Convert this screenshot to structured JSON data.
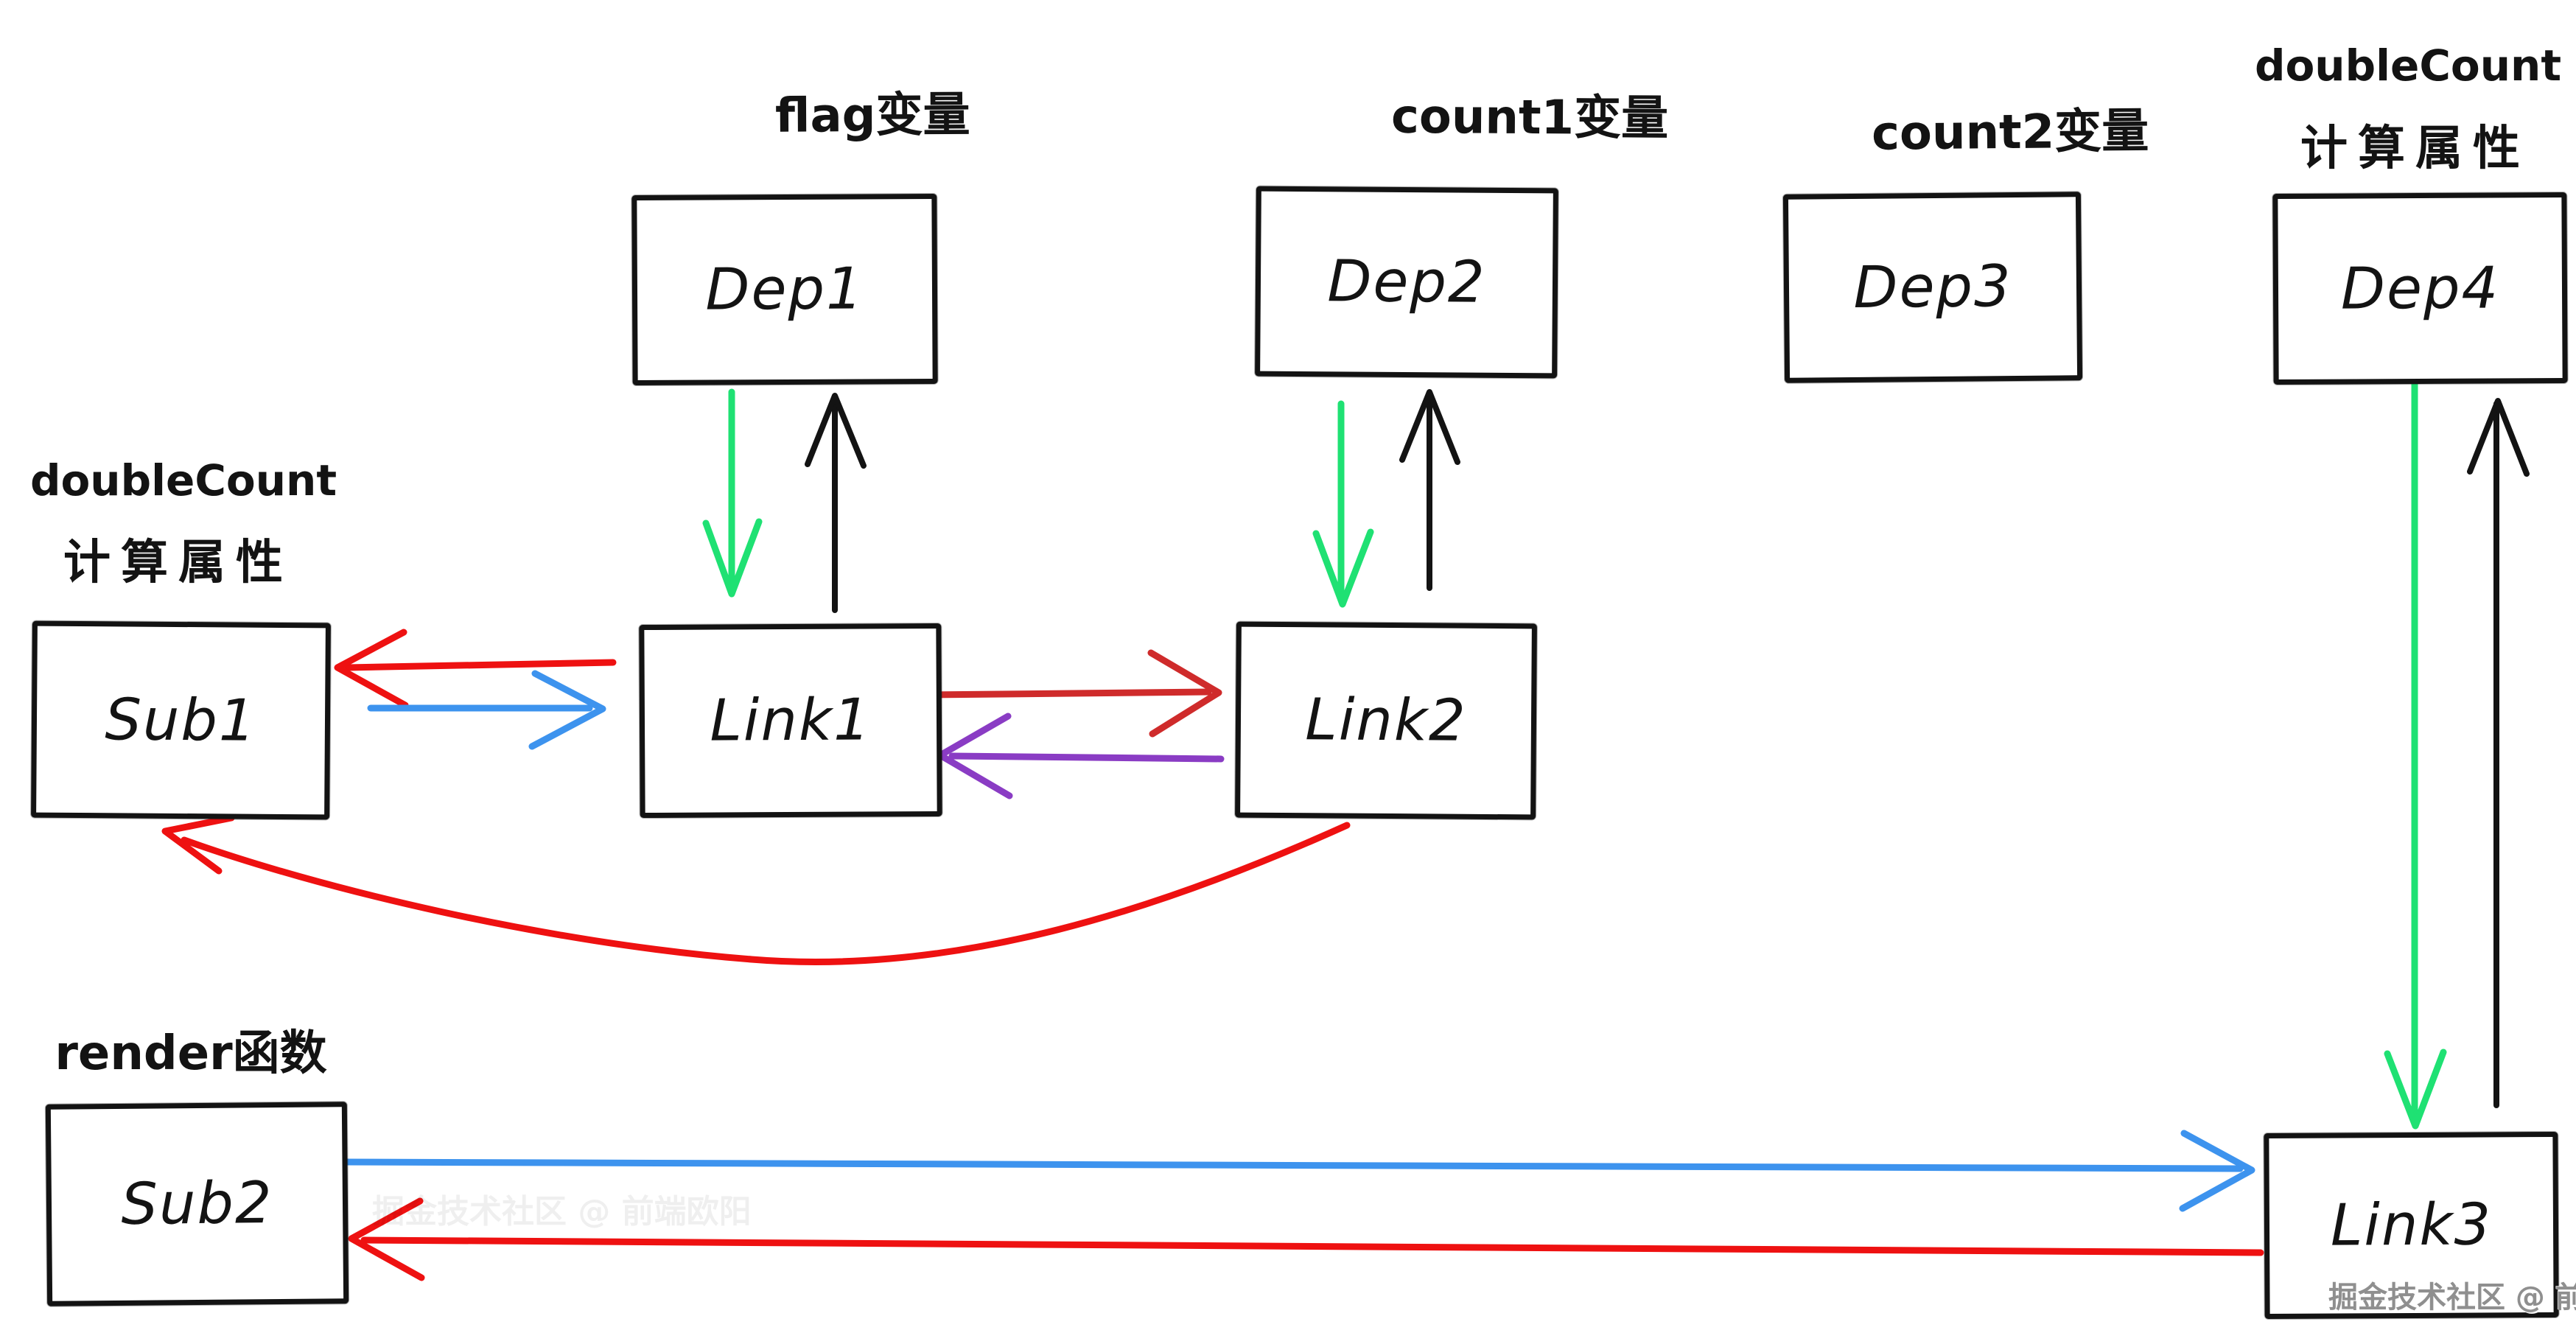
{
  "labels": {
    "flag": "flag变量",
    "count1": "count1变量",
    "count2": "count2变量",
    "double_count_right_line1": "doubleCount",
    "double_count_right_line2": "计算属性",
    "double_count_left_line1": "doubleCount",
    "double_count_left_line2": "计算属性",
    "render": "render函数"
  },
  "boxes": {
    "dep1": "Dep1",
    "dep2": "Dep2",
    "dep3": "Dep3",
    "dep4": "Dep4",
    "sub1": "Sub1",
    "sub2": "Sub2",
    "link1": "Link1",
    "link2": "Link2",
    "link3": "Link3"
  },
  "watermark": "掘金技术社区 @ 前端欧阳",
  "colors": {
    "ink": "#131313",
    "green": "#1fe173",
    "red": "#ee1111",
    "dark_red": "#cf2b2b",
    "blue": "#3d93ee",
    "purple": "#8a3cc4",
    "watermark_gray": "#8f8f8f"
  },
  "arrows": [
    {
      "name": "dep1-to-link1",
      "color": "green"
    },
    {
      "name": "link1-to-dep1",
      "color": "ink"
    },
    {
      "name": "dep2-to-link2",
      "color": "green"
    },
    {
      "name": "link2-to-dep2",
      "color": "ink"
    },
    {
      "name": "dep4-to-link3",
      "color": "green"
    },
    {
      "name": "link3-to-dep4",
      "color": "ink"
    },
    {
      "name": "link1-to-sub1",
      "color": "red"
    },
    {
      "name": "sub1-to-link1",
      "color": "blue"
    },
    {
      "name": "link1-to-link2",
      "color": "dark_red"
    },
    {
      "name": "link2-to-link1",
      "color": "purple"
    },
    {
      "name": "link2-to-sub1-curve",
      "color": "red"
    },
    {
      "name": "sub2-to-link3",
      "color": "blue"
    },
    {
      "name": "link3-to-sub2",
      "color": "red"
    }
  ]
}
